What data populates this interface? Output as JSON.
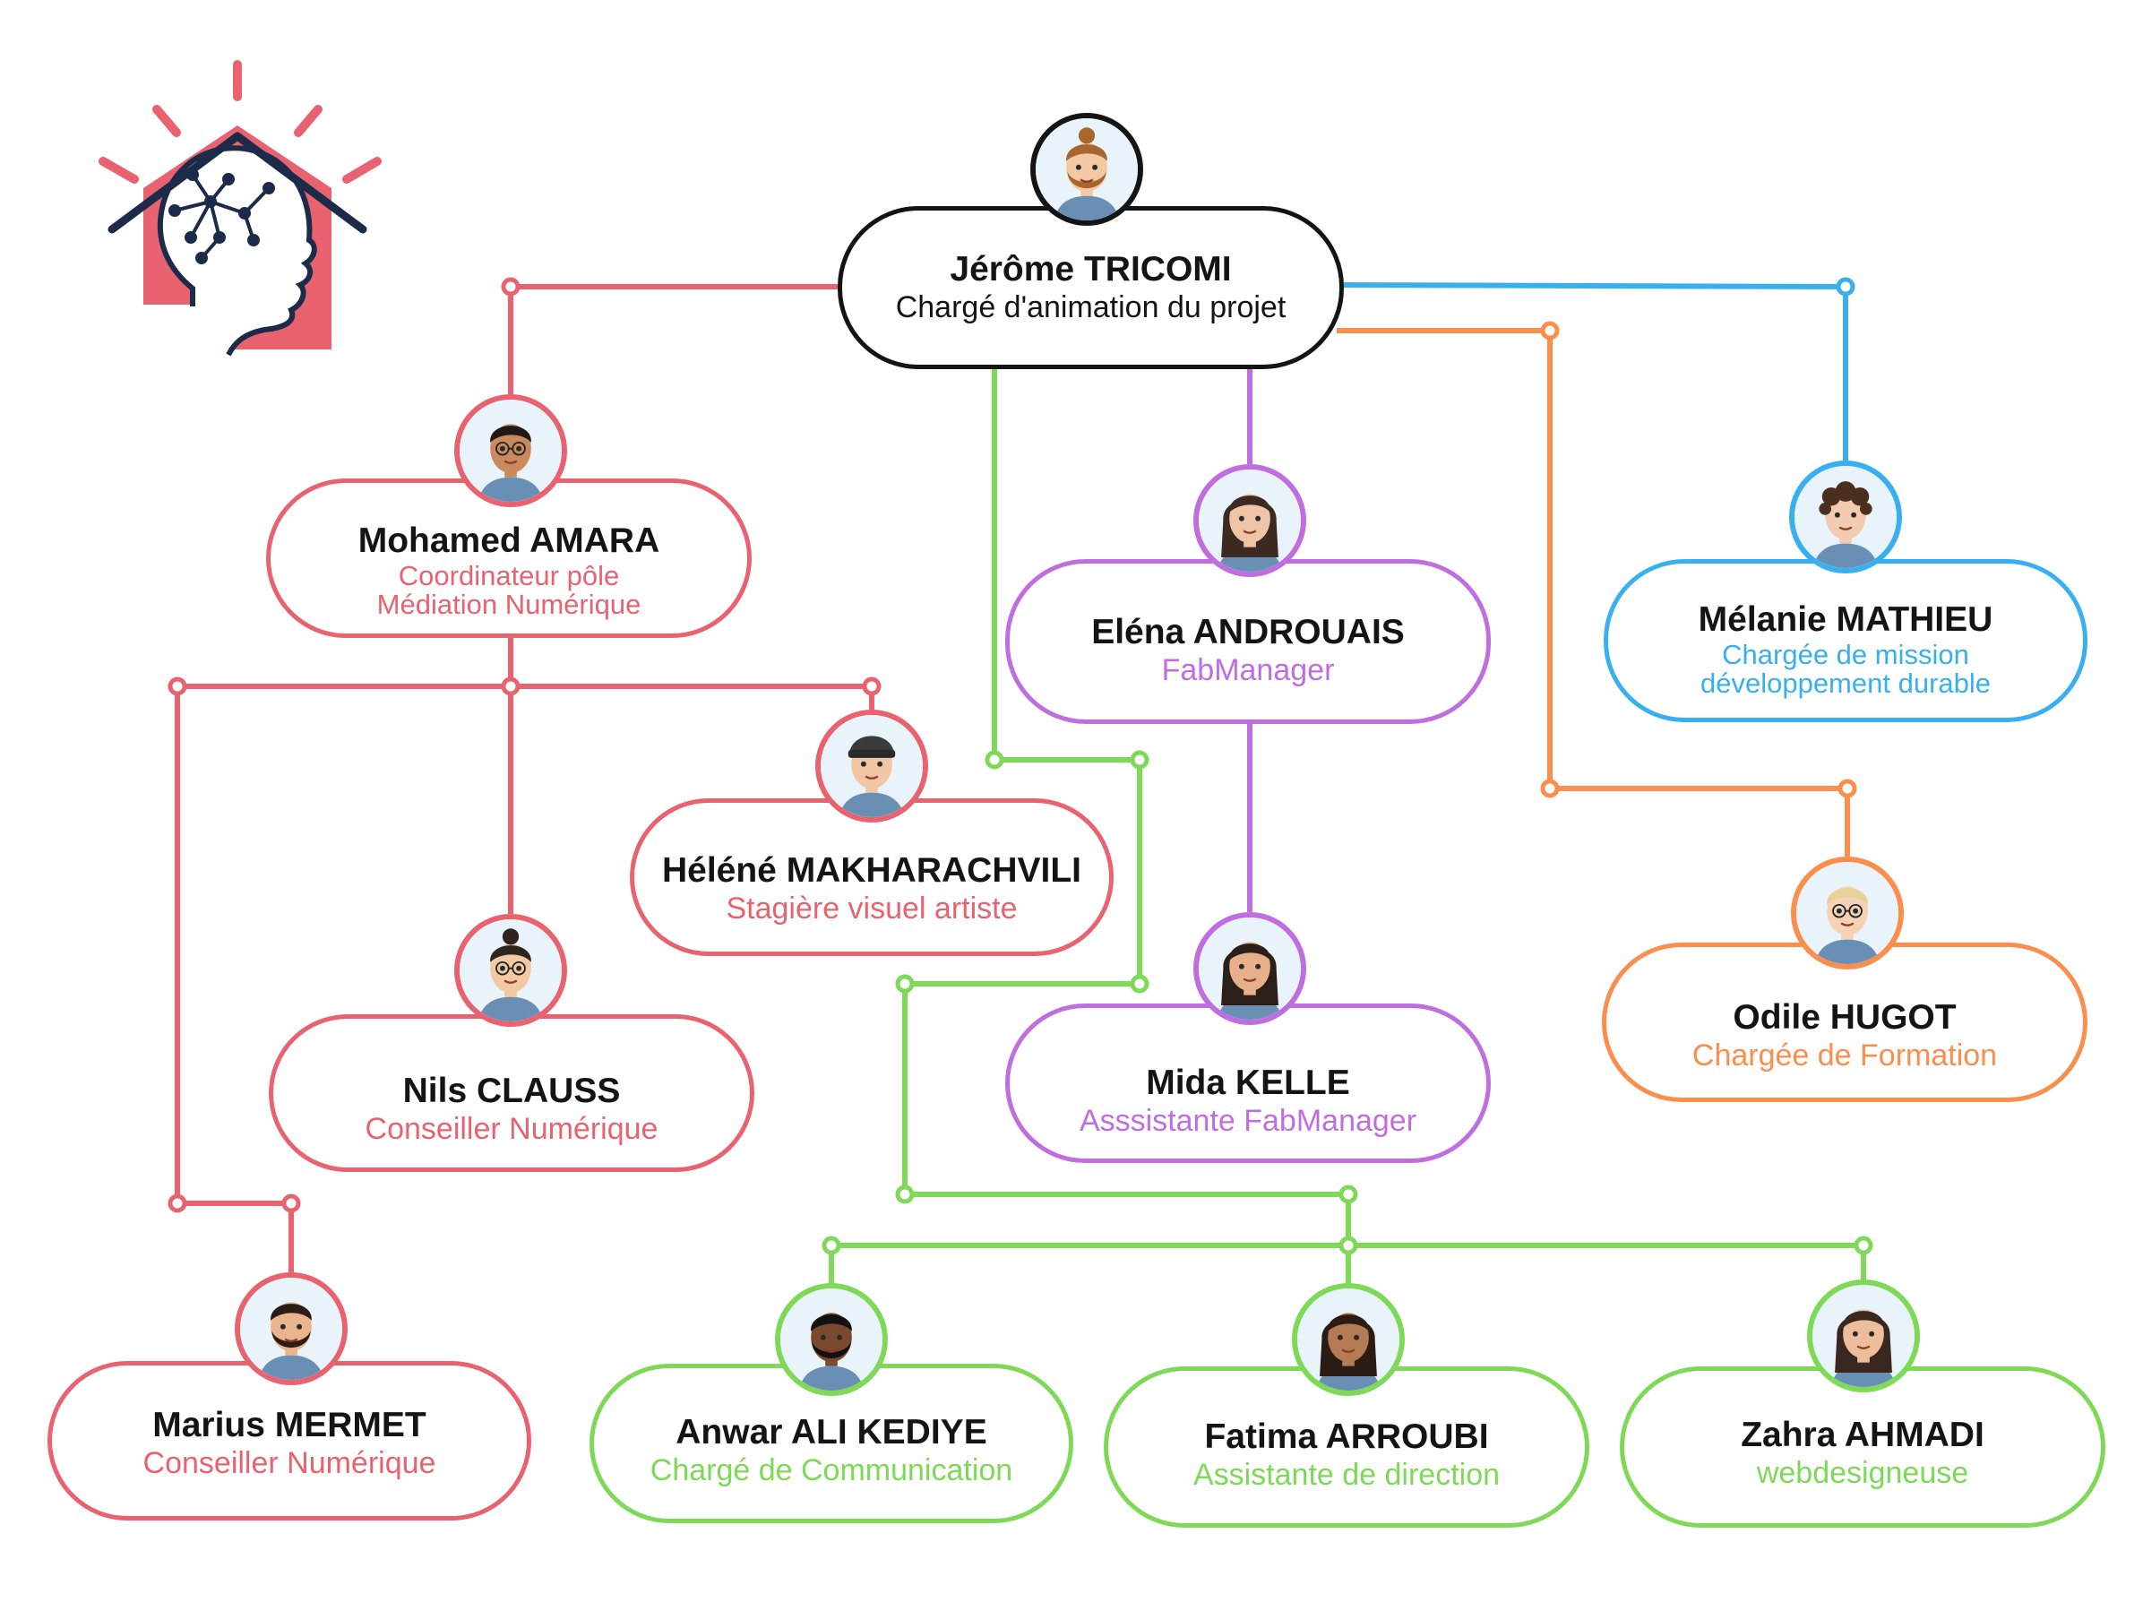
{
  "colors": {
    "red": "#E8636F",
    "green": "#7ED957",
    "purple": "#C06DE0",
    "blue": "#38B0F0",
    "orange": "#FA8E4C",
    "black": "#141414",
    "navy": "#1B2B49"
  },
  "logo": {
    "icon": "house-brain-logo-icon"
  },
  "people": {
    "tricomi": {
      "name": "Jérôme TRICOMI",
      "role": "Chargé d'animation du projet",
      "color": "black",
      "role_color": "black"
    },
    "amara": {
      "name": "Mohamed AMARA",
      "role": "Coordinateur pôle\nMédiation Numérique",
      "color": "red"
    },
    "androuais": {
      "name": "Eléna ANDROUAIS",
      "role": "FabManager",
      "color": "purple"
    },
    "mathieu": {
      "name": "Mélanie MATHIEU",
      "role": "Chargée de mission\ndéveloppement durable",
      "color": "blue"
    },
    "makharachvili": {
      "name": "Héléné MAKHARACHVILI",
      "role": "Stagière visuel artiste",
      "color": "red"
    },
    "clauss": {
      "name": "Nils CLAUSS",
      "role": "Conseiller Numérique",
      "color": "red"
    },
    "kelle": {
      "name": "Mida KELLE",
      "role": "Asssistante FabManager",
      "color": "purple"
    },
    "hugot": {
      "name": "Odile HUGOT",
      "role": "Chargée de Formation",
      "color": "orange"
    },
    "mermet": {
      "name": "Marius MERMET",
      "role": "Conseiller Numérique",
      "color": "red"
    },
    "kediye": {
      "name": "Anwar ALI KEDIYE",
      "role": "Chargé de Communication",
      "color": "green"
    },
    "arroubi": {
      "name": "Fatima ARROUBI",
      "role": "Assistante de direction",
      "color": "green"
    },
    "ahmadi": {
      "name": "Zahra AHMADI",
      "role": "webdesigneuse",
      "color": "green"
    }
  }
}
